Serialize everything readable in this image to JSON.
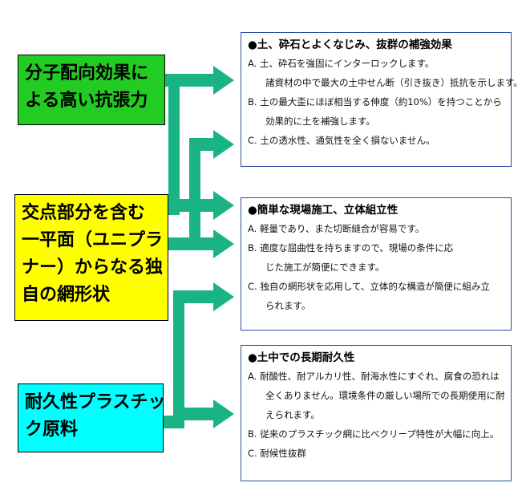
{
  "colors": {
    "arrow": "#1ab385",
    "box1": "#22cc22",
    "box2": "#ffff00",
    "box3": "#00ffff",
    "panel_border": "#2a4fa0"
  },
  "sources": [
    {
      "lines": [
        "分子配向効果に",
        "よる高い抗張力"
      ]
    },
    {
      "lines": [
        "交点部分を含む",
        "一平面（ユニプラ",
        "ナー）からなる独",
        "自の網形状"
      ]
    },
    {
      "lines": [
        "耐久性プラスチッ",
        "ク原料"
      ]
    }
  ],
  "panels": [
    {
      "title": "●土、砕石とよくなじみ、抜群の補強効果",
      "lines": [
        {
          "text": "A. 土、砕石を強固にインターロックします。",
          "indent": false
        },
        {
          "text": "諸資材の中で最大の土中せん断（引き抜き）抵抗を示します。",
          "indent": true
        },
        {
          "text": "B. 土の最大歪にほぼ相当する伸度（約10%）を持つことから",
          "indent": false
        },
        {
          "text": "効果的に土を補強します。",
          "indent": true
        },
        {
          "text": "C. 土の透水性、通気性を全く損ないません。",
          "indent": false
        }
      ]
    },
    {
      "title": "●簡単な現場施工、立体組立性",
      "lines": [
        {
          "text": "A. 軽量であり、また切断縫合が容易です。",
          "indent": false
        },
        {
          "text": "B. 適度な屈曲性を持ちますので、現場の条件に応",
          "indent": false
        },
        {
          "text": "じた施工が簡便にできます。",
          "indent": true
        },
        {
          "text": "C. 独自の網形状を応用して、立体的な構造が簡便に組み立",
          "indent": false
        },
        {
          "text": "られます。",
          "indent": true
        }
      ]
    },
    {
      "title": "●土中での長期耐久性",
      "lines": [
        {
          "text": "A. 耐酸性、耐アルカリ性、耐海水性にすぐれ、腐食の恐れは",
          "indent": false
        },
        {
          "text": "全くありません。環境条件の厳しい場所での長期使用に耐",
          "indent": true
        },
        {
          "text": "えられます。",
          "indent": true
        },
        {
          "text": "B. 従来のプラスチック網に比べクリープ特性が大幅に向上。",
          "indent": false
        },
        {
          "text": "C. 耐候性抜群",
          "indent": false
        }
      ]
    }
  ]
}
